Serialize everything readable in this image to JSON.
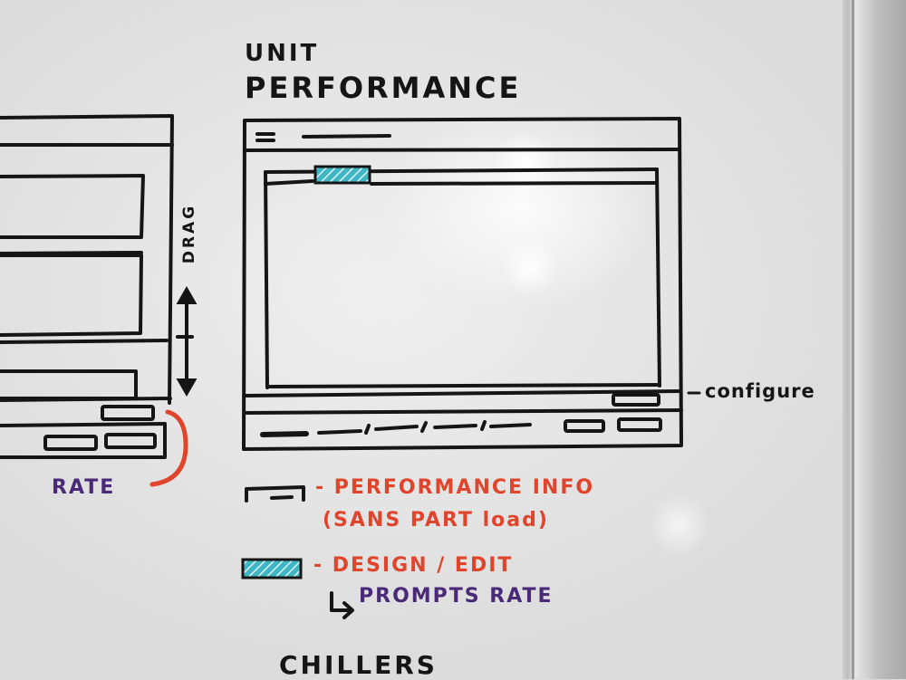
{
  "title": {
    "line1": "UNIT",
    "line2": "PERFORMANCE"
  },
  "left_sketch": {
    "drag_label": "DRAG",
    "rate_label": "RATE"
  },
  "main_sketch": {
    "configure_label": "configure"
  },
  "legend": {
    "performance_info_label": "- PERFORMANCE INFO",
    "performance_info_note": "(SANS PART load)",
    "design_edit_label": "- DESIGN / EDIT",
    "prompts_rate_label": "PROMPTS RATE"
  },
  "footer": {
    "chillers_label": "CHILLERS"
  },
  "colors": {
    "ink_black": "#151515",
    "ink_red": "#e0442a",
    "ink_purple": "#4a2a78",
    "ink_teal": "#3fb6c4",
    "board": "#e2e2e2"
  }
}
